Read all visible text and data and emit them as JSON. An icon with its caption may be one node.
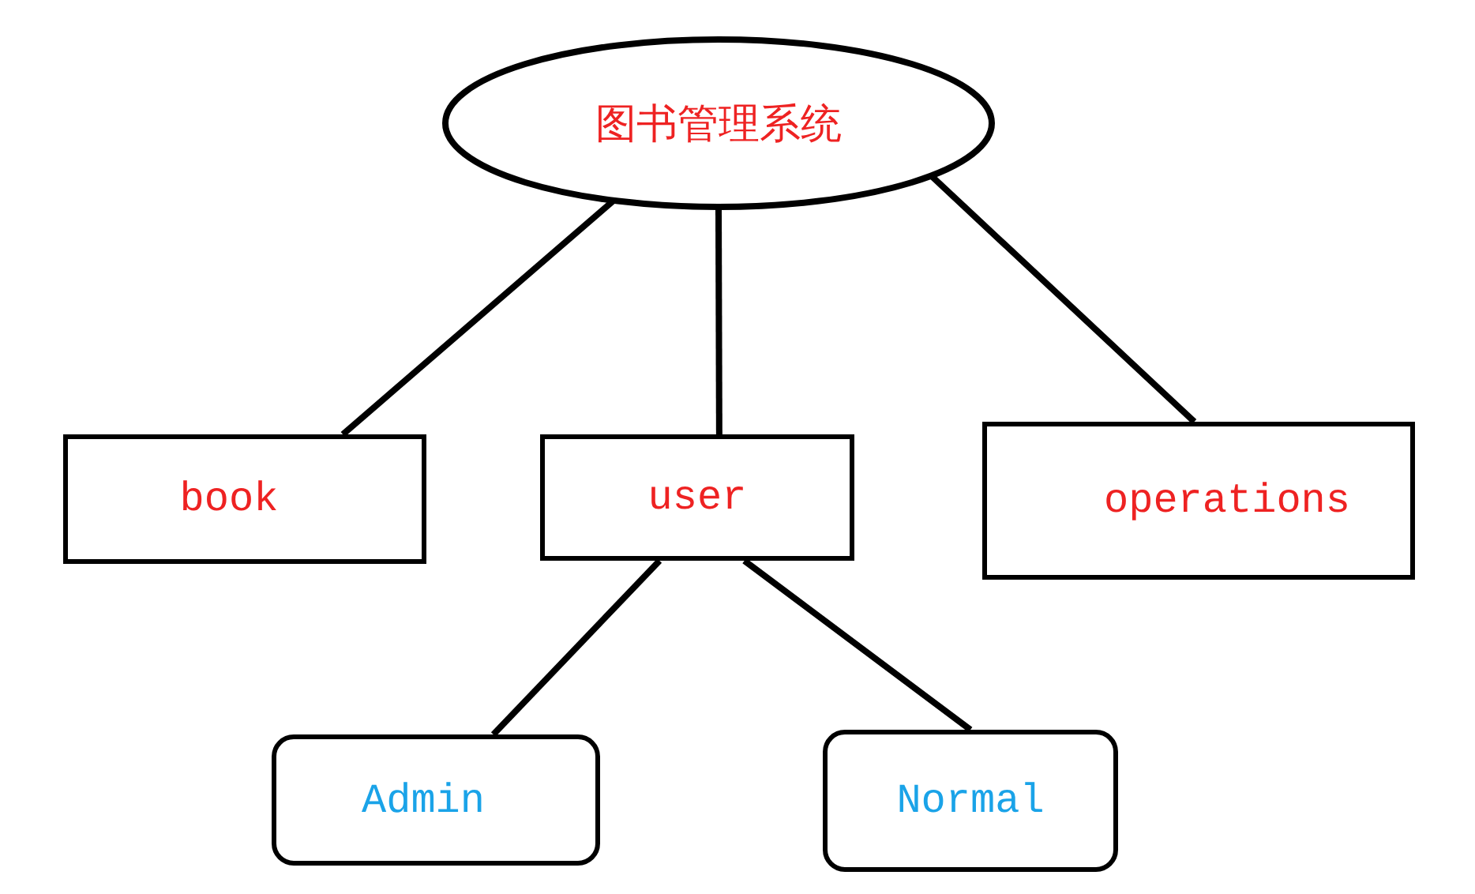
{
  "diagram": {
    "nodes": [
      {
        "text": [
          "图书管理系统"
        ]
      },
      {
        "text": [
          "book"
        ]
      },
      {
        "text": [
          "user"
        ]
      },
      {
        "text": [
          "operations"
        ]
      },
      {
        "text": [
          "Admin"
        ]
      },
      {
        "text": [
          "Normal"
        ]
      }
    ],
    "edges": [
      {
        "from": 0,
        "to": 1,
        "arrow": "none"
      },
      {
        "from": 0,
        "to": 2,
        "arrow": "none"
      },
      {
        "from": 0,
        "to": 3,
        "arrow": "none"
      },
      {
        "from": 2,
        "to": 4,
        "arrow": "none"
      },
      {
        "from": 2,
        "to": 5,
        "arrow": "none"
      }
    ]
  }
}
